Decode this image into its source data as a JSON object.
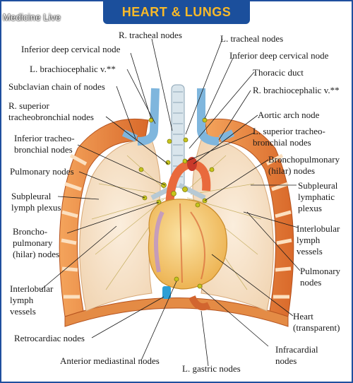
{
  "title": "HEART & LUNGS",
  "watermark": "Medicine Live",
  "labels": {
    "r_tracheal_nodes": "R. tracheal nodes",
    "l_tracheal_nodes": "L. tracheal nodes",
    "inf_deep_cervical_left": "Inferior deep cervical node",
    "inf_deep_cervical_right": "Inferior deep cervical node",
    "l_brachiocephalic": "L. brachiocephalic v.**",
    "thoracic_duct": "Thoracic duct",
    "subclavian_chain": "Subclavian chain of nodes",
    "r_brachiocephalic": "R. brachiocephalic v.**",
    "r_superior_tracheobronchial": "R. superior\ntracheobronchial nodes",
    "aortic_arch_node": "Aortic arch node",
    "l_superior_tracheobronchial": "L. superior tracheo-\nbronchial nodes",
    "inferior_tracheobronchial": "Inferior tracheo-\nbronchial nodes",
    "bronchopulmonary_hilar_right": "Bronchopulmonary\n(hilar) nodes",
    "pulmonary_nodes_left": "Pulmonary nodes",
    "subpleural_lymph_plexus": "Subpleural\nlymph plexus",
    "subpleural_lymphatic_plexus": "Subpleural\nlymphatic\nplexus",
    "broncho_pulmonary_hilar_left": "Broncho-\npulmonary\n(hilar) nodes",
    "interlobular_vessels_right": "Interlobular\nlymph\nvessels",
    "pulmonary_nodes_right": "Pulmonary\nnodes",
    "interlobular_vessels_left": "Interlobular\nlymph\nvessels",
    "heart_transparent": "Heart\n(transparent)",
    "retrocardiac_nodes": "Retrocardiac nodes",
    "infracardial_nodes": "Infracardial\nnodes",
    "anterior_mediastinal_nodes": "Anterior mediastinal nodes",
    "l_gastric_nodes": "L. gastric nodes"
  },
  "colors": {
    "frame": "#1f4f9e",
    "title_bar": "#1b4f9c",
    "title_text": "#f7b92a",
    "rib": "#e8833a",
    "lung": "#f7e3c7",
    "heart": "#f6c874",
    "node": "#c6c41c",
    "vein": "#7fb6dd"
  }
}
